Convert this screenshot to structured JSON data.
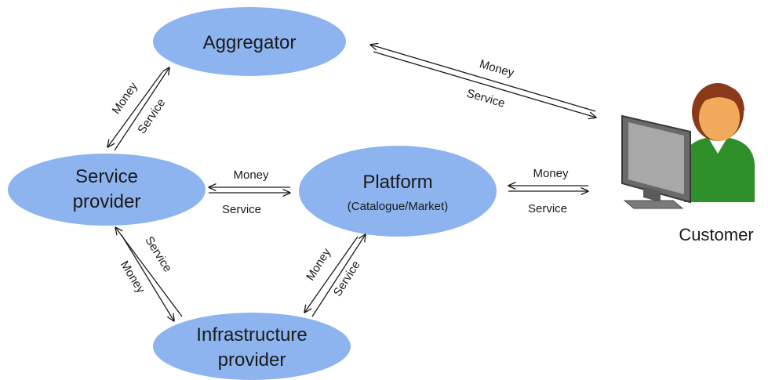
{
  "colors": {
    "node_fill": "#8db4ee",
    "arrow": "#1a1a1a",
    "skin": "#f1a95c",
    "hair": "#8a3a18",
    "shirt": "#2f8f2a",
    "monitor": "#5a5a5a"
  },
  "nodes": {
    "aggregator": {
      "label": "Aggregator"
    },
    "service_provider": {
      "line1": "Service",
      "line2": "provider"
    },
    "platform": {
      "label": "Platform",
      "sub": "(Catalogue/Market)"
    },
    "infrastructure": {
      "line1": "Infrastructure",
      "line2": "provider"
    },
    "customer": {
      "label": "Customer",
      "icon": "customer-at-computer-icon"
    }
  },
  "edges": {
    "aggregator_customer": {
      "money": "Money",
      "service": "Service"
    },
    "aggregator_service_provider": {
      "money": "Money",
      "service": "Service"
    },
    "service_provider_platform": {
      "money": "Money",
      "service": "Service"
    },
    "platform_customer": {
      "money": "Money",
      "service": "Service"
    },
    "service_provider_infrastructure": {
      "money": "Money",
      "service": "Service"
    },
    "platform_infrastructure": {
      "money": "Money",
      "service": "Service"
    }
  }
}
